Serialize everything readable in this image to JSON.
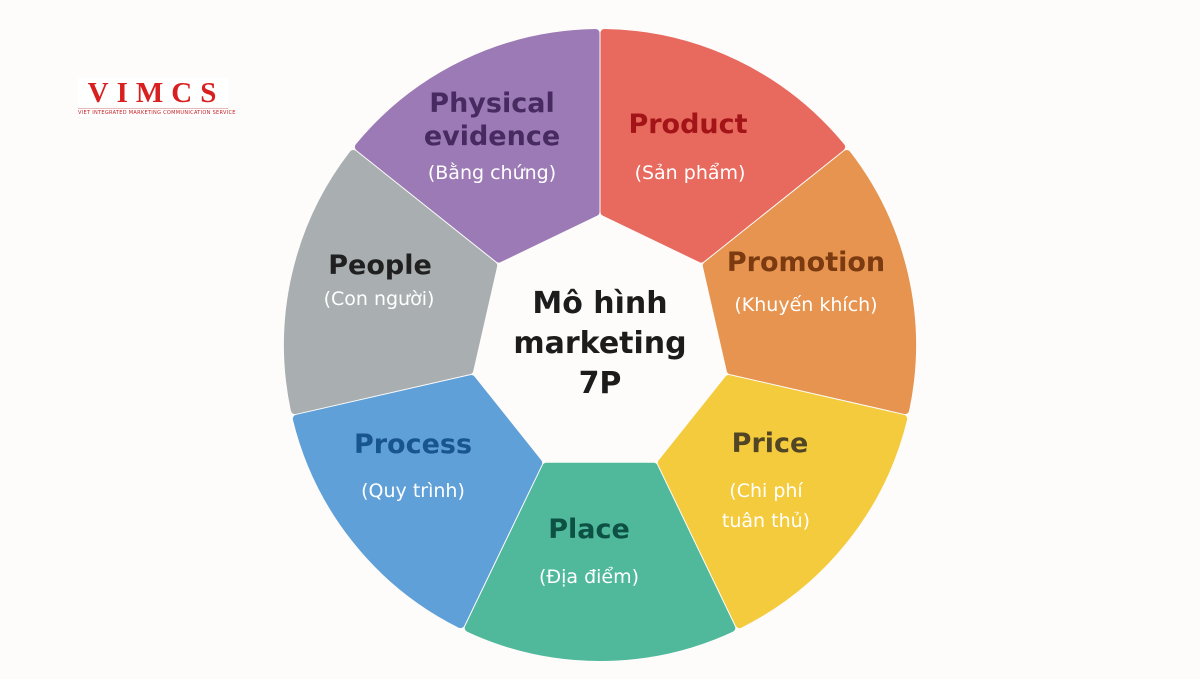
{
  "logo": {
    "text": "VIMCS",
    "tagline": "VIET INTEGRATED MARKETING COMMUNICATION SERVICE"
  },
  "center": {
    "label": "Mô hình marketing 7P",
    "lines": [
      "Mô hình",
      "marketing",
      "7P"
    ],
    "text_color": "#1c1c1c"
  },
  "colors": {
    "background": "#fdfcfb",
    "subtitle_text": "#ffffff",
    "logo_red": "#d7201f"
  },
  "segments": [
    {
      "id": "product",
      "label": "Product",
      "label_lines": [
        "Product"
      ],
      "sub": "(Sản phẩm)",
      "sub_lines": [
        "(Sản phẩm)"
      ],
      "fill": "#e8695d",
      "title_color": "#a21418"
    },
    {
      "id": "promotion",
      "label": "Promotion",
      "label_lines": [
        "Promotion"
      ],
      "sub": "(Khuyến khích)",
      "sub_lines": [
        "(Khuyến khích)"
      ],
      "fill": "#e69450",
      "title_color": "#7b3a10"
    },
    {
      "id": "price",
      "label": "Price",
      "label_lines": [
        "Price"
      ],
      "sub": "(Chi phí tuân thủ)",
      "sub_lines": [
        "(Chi phí",
        "tuân thủ)"
      ],
      "fill": "#f4cb3c",
      "title_color": "#514526"
    },
    {
      "id": "place",
      "label": "Place",
      "label_lines": [
        "Place"
      ],
      "sub": "(Địa điểm)",
      "sub_lines": [
        "(Địa điểm)"
      ],
      "fill": "#50b89b",
      "title_color": "#0d5044"
    },
    {
      "id": "process",
      "label": "Process",
      "label_lines": [
        "Process"
      ],
      "sub": "(Quy trình)",
      "sub_lines": [
        "(Quy trình)"
      ],
      "fill": "#5fa0d8",
      "title_color": "#185590"
    },
    {
      "id": "people",
      "label": "People",
      "label_lines": [
        "People"
      ],
      "sub": "(Con người)",
      "sub_lines": [
        "(Con người)"
      ],
      "fill": "#a9aeb1",
      "title_color": "#202020"
    },
    {
      "id": "physical_evidence",
      "label": "Physical evidence",
      "label_lines": [
        "Physical",
        "evidence"
      ],
      "sub": "(Bằng chứng)",
      "sub_lines": [
        "(Bằng chứng)"
      ],
      "fill": "#9c7ab5",
      "title_color": "#472a60"
    }
  ]
}
